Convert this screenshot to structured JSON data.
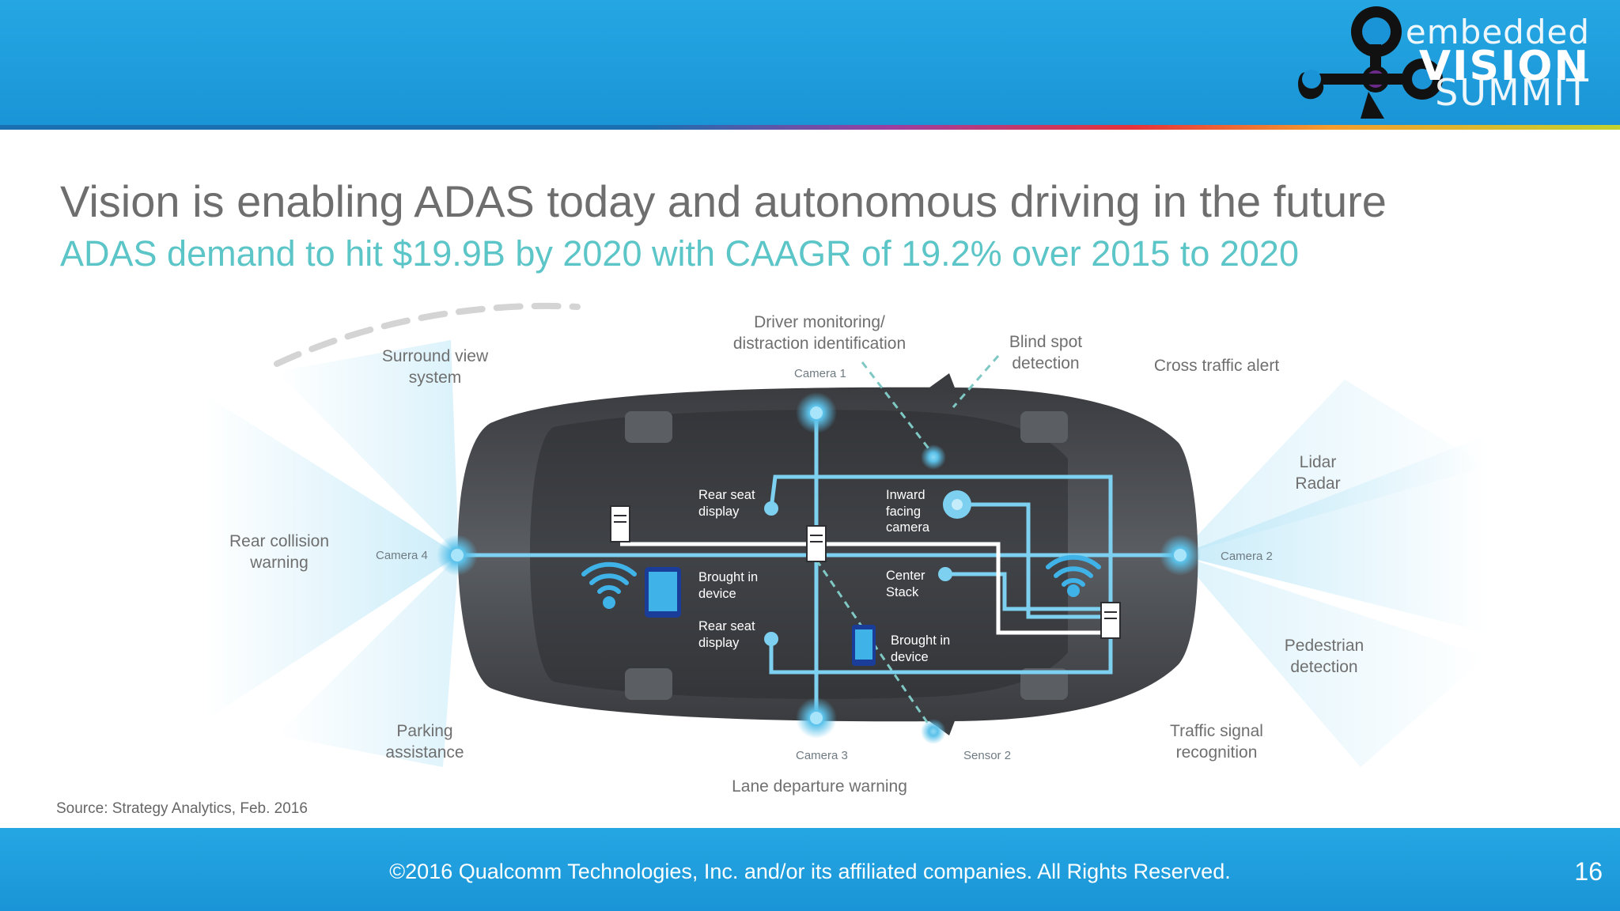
{
  "header": {
    "logo": {
      "line1": "embedded",
      "line2": "VISION",
      "line3": "SUMMIT"
    }
  },
  "slide": {
    "title": "Vision is enabling ADAS today and autonomous driving in the future",
    "subtitle": "ADAS demand to hit $19.9B by 2020 with CAAGR of 19.2% over 2015 to 2020"
  },
  "diagram": {
    "outer_labels": {
      "surround_view": [
        "Surround view",
        "system"
      ],
      "driver_monitoring": [
        "Driver monitoring/",
        "distraction identification"
      ],
      "blind_spot": [
        "Blind spot",
        "detection"
      ],
      "cross_traffic": [
        "Cross traffic alert"
      ],
      "lidar_radar": [
        "Lidar",
        "Radar"
      ],
      "rear_collision": [
        "Rear collision",
        "warning"
      ],
      "pedestrian": [
        "Pedestrian",
        "detection"
      ],
      "parking": [
        "Parking",
        "assistance"
      ],
      "lane_departure": [
        "Lane departure warning"
      ],
      "traffic_signal": [
        "Traffic signal",
        "recognition"
      ]
    },
    "sensors": {
      "camera1": "Camera 1",
      "camera2": "Camera 2",
      "camera3": "Camera 3",
      "camera4": "Camera 4",
      "sensor2": "Sensor 2"
    },
    "inner_labels": {
      "rear_seat_display_top": [
        "Rear seat",
        "display"
      ],
      "inward_camera": [
        "Inward",
        "facing",
        "camera"
      ],
      "brought_in_left": [
        "Brought  in",
        "device"
      ],
      "center_stack": [
        "Center",
        "Stack"
      ],
      "rear_seat_display_bottom": [
        "Rear seat",
        "display"
      ],
      "brought_in_right": [
        "Brought in",
        "device"
      ]
    },
    "colors": {
      "network_line": "#7dd0f0",
      "wifi": "#3fb2e8",
      "car_body": "#4a4d52",
      "beam": "#bfe8f8"
    }
  },
  "source": "Source: Strategy Analytics, Feb. 2016",
  "footer": {
    "copyright": "©2016 Qualcomm Technologies, Inc. and/or its affiliated companies. All Rights Reserved.",
    "page_number": "16"
  }
}
